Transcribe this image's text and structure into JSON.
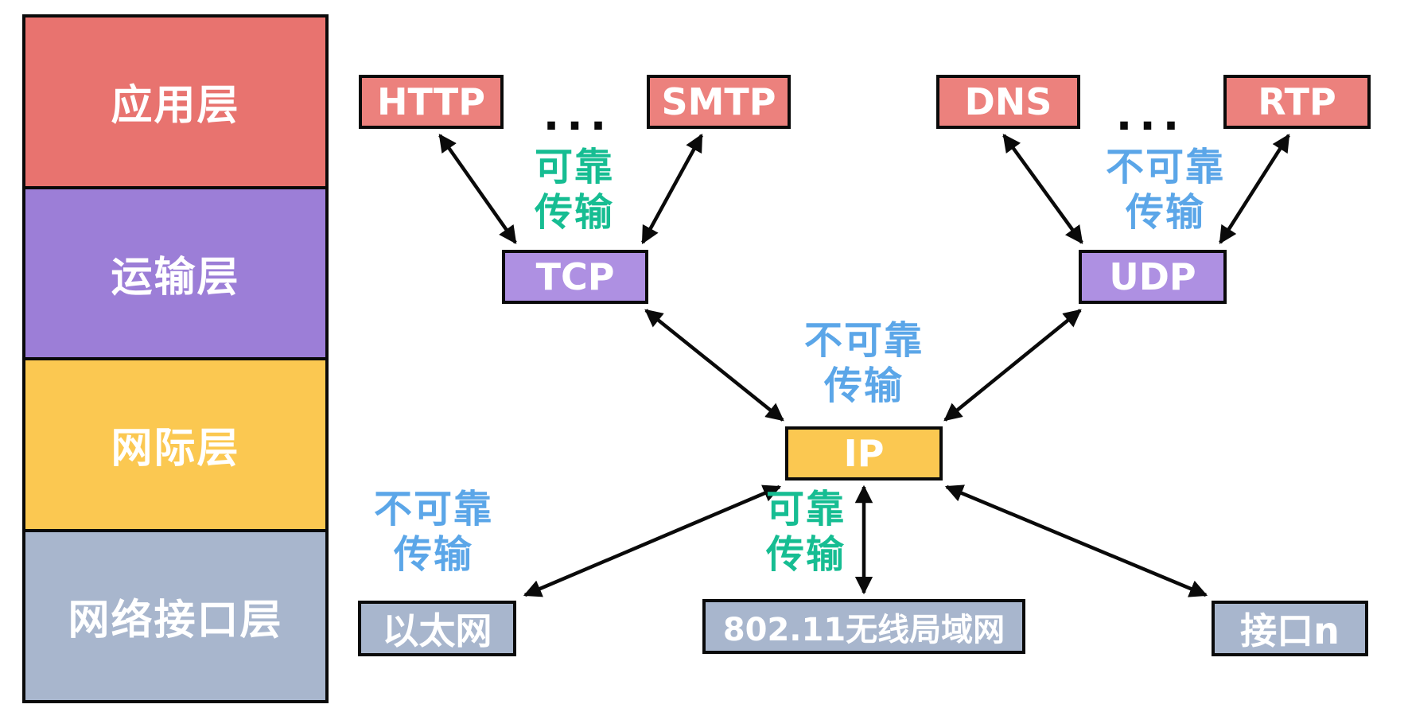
{
  "stack": {
    "layers": [
      {
        "id": "application",
        "label": "应用层"
      },
      {
        "id": "transport",
        "label": "运输层"
      },
      {
        "id": "internet",
        "label": "网际层"
      },
      {
        "id": "network-interface",
        "label": "网络接口层"
      }
    ]
  },
  "nodes": {
    "http": "HTTP",
    "smtp": "SMTP",
    "dns": "DNS",
    "rtp": "RTP",
    "tcp": "TCP",
    "udp": "UDP",
    "ip": "IP",
    "ethernet": "以太网",
    "wlan": "802.11无线局域网",
    "interface_n": "接口n"
  },
  "ellipsis": {
    "left": "...",
    "right": "..."
  },
  "annotations": {
    "tcp_reliable": [
      "可靠",
      "传输"
    ],
    "udp_unreliable": [
      "不可靠",
      "传输"
    ],
    "ip_unreliable": [
      "不可靠",
      "传输"
    ],
    "ethernet_unreliable": [
      "不可靠",
      "传输"
    ],
    "wlan_reliable": [
      "可靠",
      "传输"
    ]
  },
  "colors": {
    "application_red_panel": "#E8736F",
    "protocol_red_box": "#EC817D",
    "transport_purple_panel": "#9C7ED7",
    "protocol_purple_box": "#AE90E2",
    "internet_yellow": "#FBC851",
    "link_gray": "#A8B6CD",
    "reliable_green": "#16BD92",
    "unreliable_blue": "#5BA6E8",
    "border_and_arrows": "#0A0A0A",
    "background": "#FFFFFF"
  }
}
